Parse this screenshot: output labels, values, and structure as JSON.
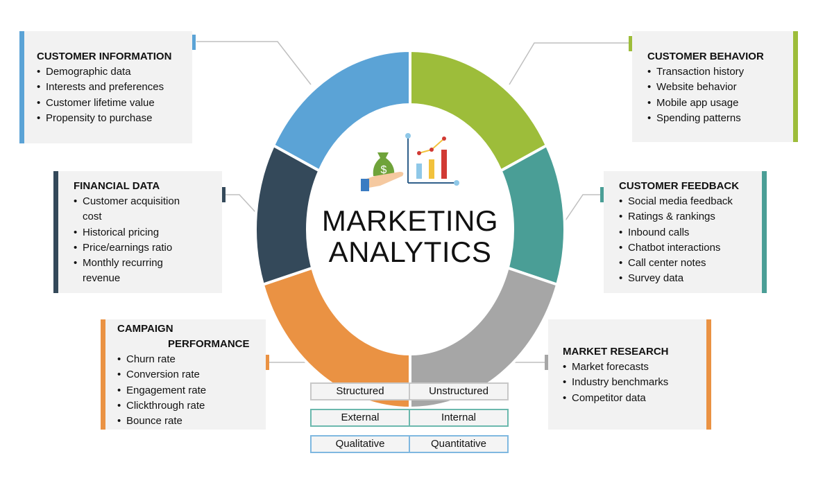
{
  "colors": {
    "blue": "#5ba3d6",
    "navy": "#34495a",
    "orange": "#ea9243",
    "gray": "#a6a6a6",
    "teal": "#4a9e96",
    "green": "#9dbd3a",
    "connector": "#bfbfbf"
  },
  "center": {
    "line1": "MARKETING",
    "line2": "ANALYTICS",
    "icon": "money-bag-chart-icon"
  },
  "boxes": {
    "customer_information": {
      "title": "CUSTOMER INFORMATION",
      "items": [
        "Demographic data",
        "Interests and preferences",
        "Customer lifetime value",
        "Propensity to purchase"
      ]
    },
    "financial_data": {
      "title": "FINANCIAL DATA",
      "items": [
        "Customer acquisition cost",
        "Historical pricing",
        "Price/earnings ratio",
        "Monthly recurring revenue"
      ]
    },
    "campaign_performance": {
      "title_line1": "CAMPAIGN",
      "title_line2": "PERFORMANCE",
      "items": [
        "Churn rate",
        "Conversion rate",
        "Engagement rate",
        "Clickthrough rate",
        "Bounce rate"
      ]
    },
    "customer_behavior": {
      "title": "CUSTOMER BEHAVIOR",
      "items": [
        "Transaction history",
        "Website behavior",
        "Mobile app usage",
        "Spending patterns"
      ]
    },
    "customer_feedback": {
      "title": "CUSTOMER FEEDBACK",
      "items": [
        "Social media feedback",
        "Ratings & rankings",
        "Inbound calls",
        "Chatbot interactions",
        "Call center notes",
        "Survey data"
      ]
    },
    "market_research": {
      "title": "MARKET RESEARCH",
      "items": [
        "Market forecasts",
        "Industry benchmarks",
        "Competitor data"
      ]
    }
  },
  "legend": [
    [
      "Structured",
      "Unstructured"
    ],
    [
      "External",
      "Internal"
    ],
    [
      "Qualitative",
      "Quantitative"
    ]
  ]
}
